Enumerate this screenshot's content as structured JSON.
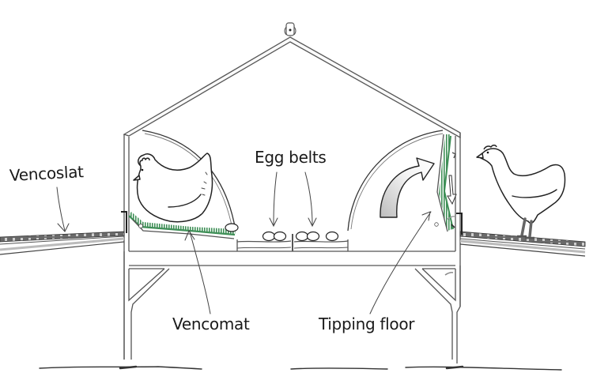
{
  "diagram": {
    "subject": "Aviary laying-hen housing system cross-section",
    "labels": {
      "vencoslat": "Vencoslat",
      "egg_belts": "Egg belts",
      "vencomat": "Vencomat",
      "tipping_floor": "Tipping floor"
    },
    "colors": {
      "line": "#444444",
      "belt_green": "#3f8f57",
      "background": "#ffffff",
      "text": "#1a1a1a"
    },
    "egg_belts": [
      {
        "eggs": 2
      },
      {
        "eggs": 3
      }
    ],
    "hens": [
      {
        "position": "inside-left-nest",
        "pose": "sitting"
      },
      {
        "position": "outside-right-slats",
        "pose": "standing"
      }
    ]
  }
}
